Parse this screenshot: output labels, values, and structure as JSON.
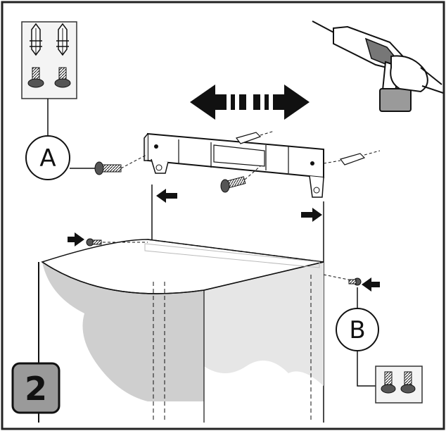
{
  "step": {
    "number": "2"
  },
  "callouts": {
    "a": {
      "letter": "A"
    },
    "b": {
      "letter": "B"
    }
  },
  "colors": {
    "frame": "#222222",
    "line": "#111111",
    "fill_grey": "#cccccc",
    "badge_fill": "#9a9a9a"
  },
  "icons": [
    "drill-icon",
    "wall-plug-icon",
    "screw-icon",
    "arrow-left-icon",
    "arrow-right-icon"
  ]
}
